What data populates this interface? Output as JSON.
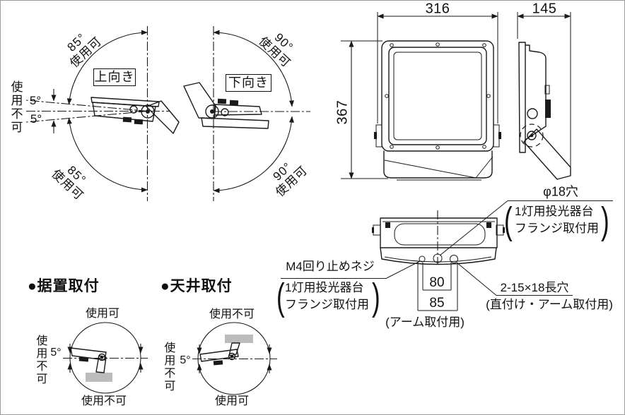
{
  "colors": {
    "line": "#1a1a1a",
    "gray_fill": "#bcbcbc",
    "frame_border": "#9b9b9b"
  },
  "glyphs": {
    "paren_open": "(",
    "paren_close": ")"
  },
  "up_diagram": {
    "box_label": "上向き",
    "upper_angle": "85°",
    "upper_note": "使用可",
    "lower_angle": "85°",
    "lower_note": "使用可",
    "dead_label": "使用不可",
    "dead_upper_angle": "5°",
    "dead_lower_angle": "5°"
  },
  "down_diagram": {
    "box_label": "下向き",
    "upper_angle": "90°",
    "upper_note": "使用可",
    "lower_angle": "90°",
    "lower_note": "使用可"
  },
  "dimensions": {
    "front_width": "316",
    "front_height": "367",
    "side_depth": "145",
    "pitch_inner": "80",
    "pitch_outer": "85",
    "pitch_note": "(アーム取付用)"
  },
  "callouts": {
    "hole": {
      "title": "φ18穴",
      "note_line1": "1灯用投光器台",
      "note_line2": "フランジ取付用"
    },
    "screw": {
      "title": "M4回り止めネジ",
      "note_line1": "1灯用投光器台",
      "note_line2": "フランジ取付用"
    },
    "slot": {
      "title": "2-15×18長穴",
      "note": "(直付け・アーム取付用)"
    }
  },
  "pedestal_mount": {
    "title": "●据置取付",
    "top_label": "使用可",
    "side_label": "使用不可",
    "angle": "5°",
    "bottom_label": "使用不可"
  },
  "ceiling_mount": {
    "title": "●天井取付",
    "top_label": "使用不可",
    "side_label": "使用不可",
    "angle": "5°",
    "bottom_label": "使用可"
  }
}
